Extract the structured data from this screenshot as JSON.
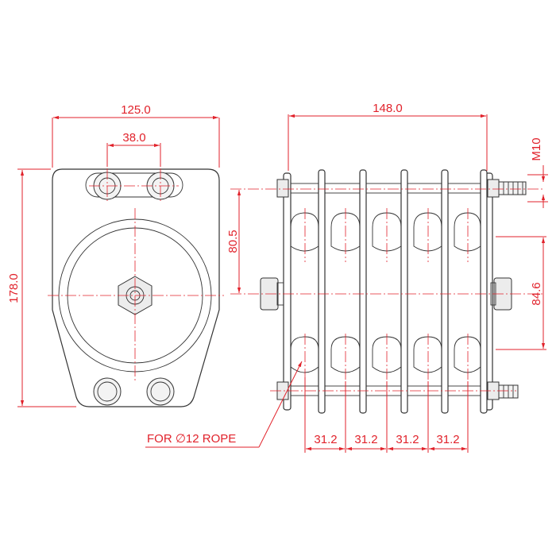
{
  "drawing": {
    "dimensions": {
      "front_width": "125.0",
      "bolt_spacing": "38.0",
      "front_height": "178.0",
      "side_width": "148.0",
      "sheave_pitch_upper": "80.5",
      "sheave_pitch_lower": "84.6",
      "thread": "M10",
      "groove_pitch": [
        "31.2",
        "31.2",
        "31.2",
        "31.2"
      ]
    },
    "note": "FOR ∅12 ROPE",
    "colors": {
      "dimension": "#e1222b",
      "outline": "#333333"
    }
  }
}
